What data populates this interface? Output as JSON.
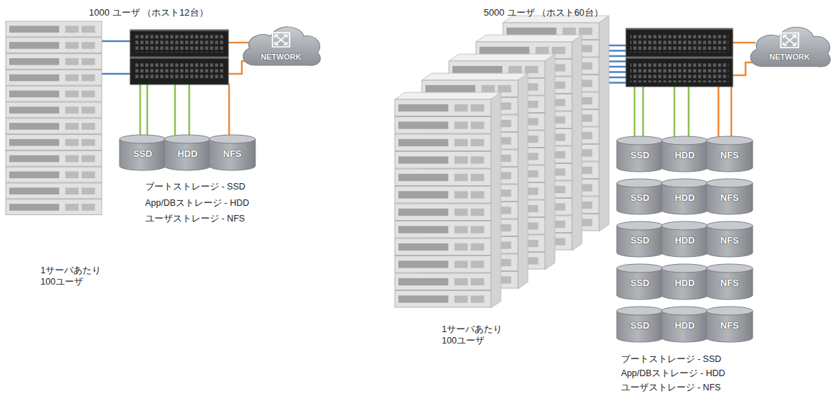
{
  "diagram": {
    "nodes": [
      {
        "text": [
          "NETWORK"
        ]
      },
      {
        "text": [
          "SSD"
        ]
      },
      {
        "text": [
          "HDD"
        ]
      },
      {
        "text": [
          "NFS"
        ]
      },
      {
        "text": [
          "NETWORK"
        ]
      },
      {
        "text": [
          "SSD"
        ]
      },
      {
        "text": [
          "HDD"
        ]
      },
      {
        "text": [
          "NFS"
        ]
      },
      {
        "text": [
          "SSD"
        ]
      },
      {
        "text": [
          "HDD"
        ]
      },
      {
        "text": [
          "NFS"
        ]
      },
      {
        "text": [
          "SSD"
        ]
      },
      {
        "text": [
          "HDD"
        ]
      },
      {
        "text": [
          "NFS"
        ]
      },
      {
        "text": [
          "SSD"
        ]
      },
      {
        "text": [
          "HDD"
        ]
      },
      {
        "text": [
          "NFS"
        ]
      },
      {
        "text": [
          "SSD"
        ]
      },
      {
        "text": [
          "HDD"
        ]
      },
      {
        "text": [
          "NFS"
        ]
      }
    ],
    "labels": [
      "1000 ユーザ （ホスト12台）",
      "ブートストレージ - SSD",
      "App/DBストレージ - HDD",
      "ユーザストレージ - NFS",
      "1サーバあたり 100ユーザ",
      "5000 ユーザ （ホスト60台）",
      "1サーバあたり 100ユーザ",
      "ブートストレージ - SSD",
      "App/DBストレージ - HDD",
      "ユーザストレージ - NFS"
    ]
  }
}
